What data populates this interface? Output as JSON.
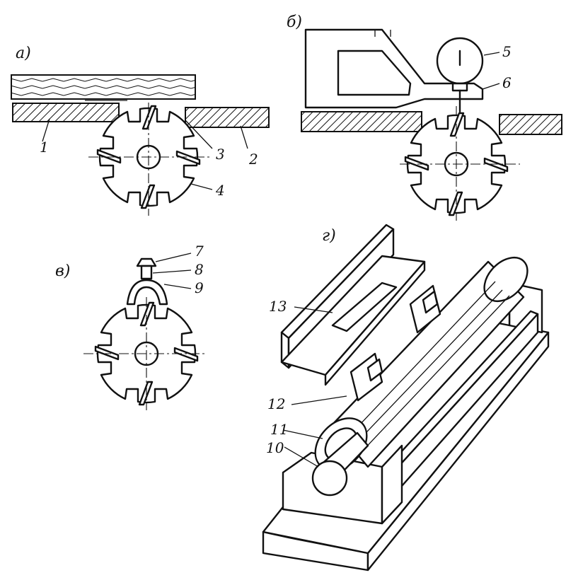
{
  "panels": {
    "a": {
      "label": "а)"
    },
    "b": {
      "label": "б)"
    },
    "v": {
      "label": "в)"
    },
    "g": {
      "label": "г)"
    }
  },
  "callouts": {
    "n1": "1",
    "n2": "2",
    "n3": "3",
    "n4": "4",
    "n5": "5",
    "n6": "6",
    "n7": "7",
    "n8": "8",
    "n9": "9",
    "n10": "10",
    "n11": "11",
    "n12": "12",
    "n13": "13"
  }
}
